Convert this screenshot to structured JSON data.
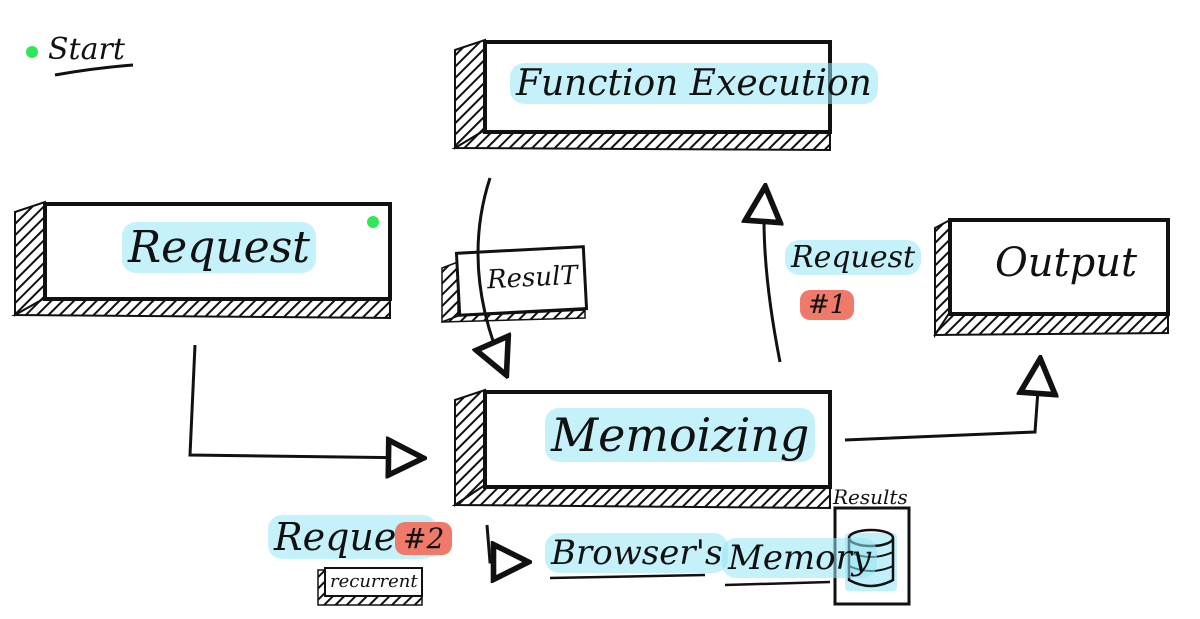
{
  "start": {
    "label": "Start",
    "dot_color": "#2ee85a"
  },
  "nodes": {
    "function_execution": "Function Execution",
    "request": "Request",
    "memoizing": "Memoizing",
    "output": "Output"
  },
  "result_label": "ResulT",
  "request_1": {
    "text": "Request",
    "tag": "#1"
  },
  "request_2": {
    "text": "Request",
    "tag": "#2",
    "badge": "recurrent"
  },
  "browser_memory": {
    "part1": "Browser's",
    "part2": "Memory"
  },
  "results_label": "Results",
  "colors": {
    "highlight": "#96e6f5",
    "red_tag": "#f07a6a",
    "green_dot": "#2ee85a",
    "ink": "#111111"
  },
  "icons": [
    "database-icon"
  ]
}
